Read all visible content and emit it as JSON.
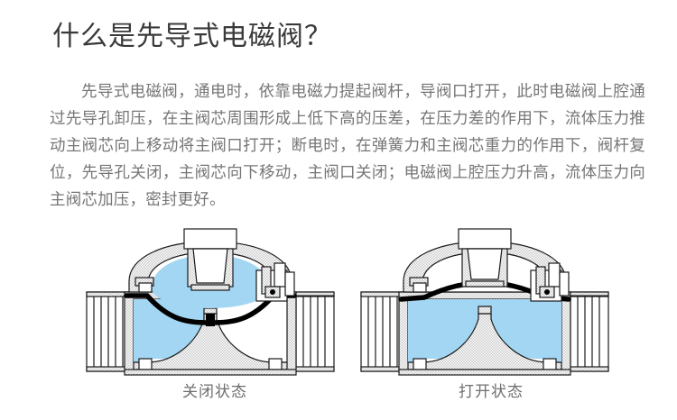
{
  "page": {
    "background_color": "#ffffff",
    "title": "什么是先导式电磁阀？",
    "title_color": "#3a3a3a",
    "body_text": "先导式电磁阀，通电时，依靠电磁力提起阀杆，导阀口打开，此时电磁阀上腔通过先导孔卸压，在主阀芯周围形成上低下高的压差，在压力差的作用下，流体压力推动主阀芯向上移动将主阀口打开；断电时，在弹簧力和主阀芯重力的作用下，阀杆复位，先导孔关闭，主阀芯向下移动，主阀口关闭；电磁阀上腔压力升高，流体压力向主阀芯加压，密封更好。",
    "body_color": "#767676"
  },
  "colors": {
    "fluid_blue": "#a3d6f2",
    "metal_hatch": "#d9d9d9",
    "outline": "#1a1a1a",
    "diaphragm": "#000000",
    "caption_gray": "#6f6f6f"
  },
  "figures": [
    {
      "id": "valve-closed",
      "caption": "关闭状态",
      "state": "closed",
      "diaphragm": "sagging-down",
      "fluid_regions": "upper-chamber-and-inlet-side",
      "parts": {
        "solenoid_coil": "solenoid-coil",
        "pilot_port": "pilot-port",
        "valve_stem": "valve-stem",
        "diaphragm": "diaphragm",
        "main_seat": "main-valve-seat",
        "inlet_flange": "inlet-flange",
        "outlet_flange": "outlet-flange",
        "body": "valve-body"
      }
    },
    {
      "id": "valve-open",
      "caption": "打开状态",
      "state": "open",
      "diaphragm": "lifted-up",
      "fluid_regions": "full-body-inlet-and-outlet",
      "parts": {
        "solenoid_coil": "solenoid-coil",
        "pilot_port": "pilot-port",
        "valve_stem": "valve-stem",
        "diaphragm": "diaphragm",
        "main_seat": "main-valve-seat",
        "inlet_flange": "inlet-flange",
        "outlet_flange": "outlet-flange",
        "body": "valve-body"
      }
    }
  ]
}
